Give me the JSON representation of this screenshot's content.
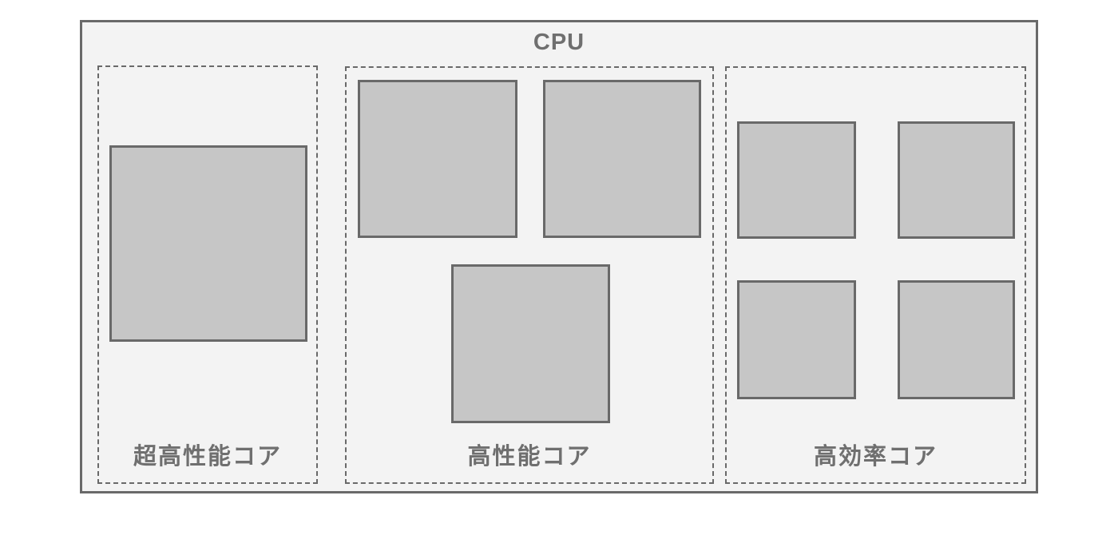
{
  "diagram": {
    "title": "CPU",
    "groups": [
      {
        "id": "ultra-high-performance",
        "label": "超高性能コア",
        "core_count": 1,
        "core_size": "large"
      },
      {
        "id": "high-performance",
        "label": "高性能コア",
        "core_count": 3,
        "core_size": "medium"
      },
      {
        "id": "high-efficiency",
        "label": "高効率コア",
        "core_count": 4,
        "core_size": "small"
      }
    ],
    "colors": {
      "package_fill": "#f3f3f3",
      "package_border": "#696969",
      "group_border": "#696969",
      "core_fill": "#c6c6c6",
      "core_border": "#696969",
      "text": "#6f6f6f",
      "page_bg": "#ffffff"
    }
  }
}
